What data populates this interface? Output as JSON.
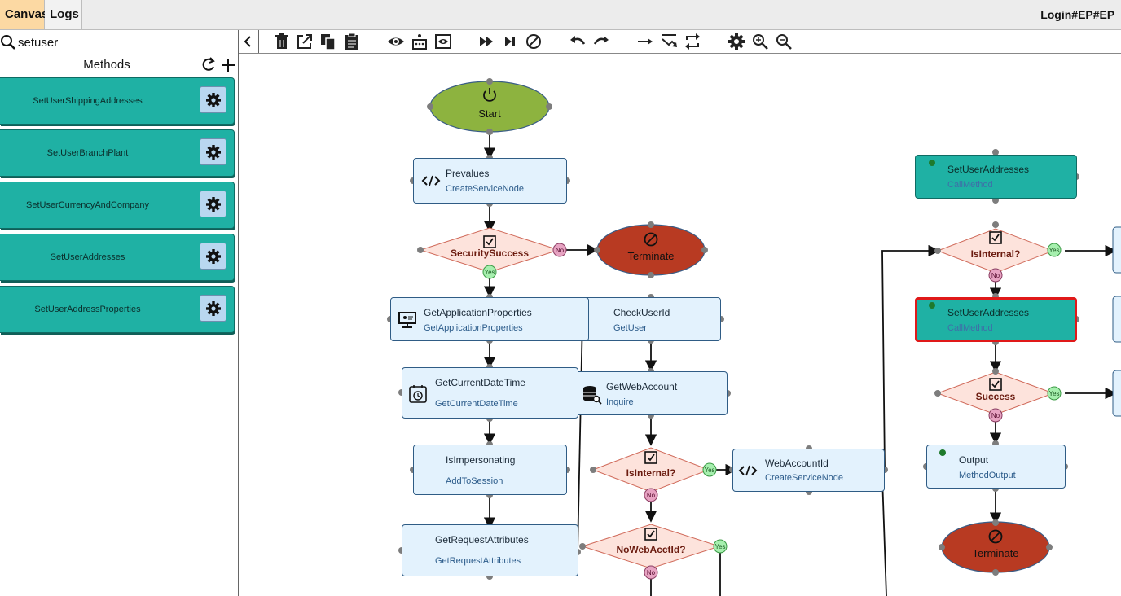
{
  "tabs": {
    "canvas": "Canvas",
    "logs": "Logs"
  },
  "window_title": "Login#EP#EP_",
  "search": {
    "value": "setuser"
  },
  "methods": {
    "title": "Methods",
    "items": [
      {
        "label": "SetUserShippingAddresses"
      },
      {
        "label": "SetUserBranchPlant"
      },
      {
        "label": "SetUserCurrencyAndCompany"
      },
      {
        "label": "SetUserAddresses"
      },
      {
        "label": "SetUserAddressProperties"
      }
    ]
  },
  "toolbar_icons": [
    "chevron-left",
    "delete",
    "open-external",
    "copy",
    "paste",
    "view",
    "inspect",
    "preview",
    "run",
    "step",
    "stop",
    "undo",
    "redo",
    "connect",
    "branch-connect",
    "swap",
    "settings",
    "zoom-in",
    "zoom-out"
  ],
  "colors": {
    "teal": "#1fb1a4",
    "start": "#8db33f",
    "terminate": "#b83a22",
    "node_fill": "#e3f2fd",
    "decision_fill": "#fde3dc",
    "selected_border": "#e01919"
  },
  "flow": {
    "start": "Start",
    "prevalues": {
      "title": "Prevalues",
      "sub": "CreateServiceNode"
    },
    "security_success": "SecuritySuccess",
    "terminate": "Terminate",
    "get_app_props": {
      "title": "GetApplicationProperties",
      "sub": "GetApplicationProperties"
    },
    "check_user": {
      "title": "CheckUserId",
      "sub": "GetUser"
    },
    "get_date": {
      "title": "GetCurrentDateTime",
      "sub": "GetCurrentDateTime"
    },
    "get_web_account": {
      "title": "GetWebAccount",
      "sub": "Inquire"
    },
    "is_impersonating": {
      "title": "IsImpersonating",
      "sub": "AddToSession"
    },
    "is_internal_1": "IsInternal?",
    "web_account_id": {
      "title": "WebAccountId",
      "sub": "CreateServiceNode"
    },
    "get_request_attrs": {
      "title": "GetRequestAttributes",
      "sub": "GetRequestAttributes"
    },
    "no_web_acct": "NoWebAcctId?",
    "set_user_addresses_1": {
      "title": "SetUserAddresses",
      "sub": "CallMethod"
    },
    "is_internal_2": "IsInternal?",
    "set_user_addresses_2": {
      "title": "SetUserAddresses",
      "sub": "CallMethod"
    },
    "success": "Success",
    "output": {
      "title": "Output",
      "sub": "MethodOutput"
    },
    "terminate_2": "Terminate",
    "yes": "Yes",
    "no": "No"
  }
}
